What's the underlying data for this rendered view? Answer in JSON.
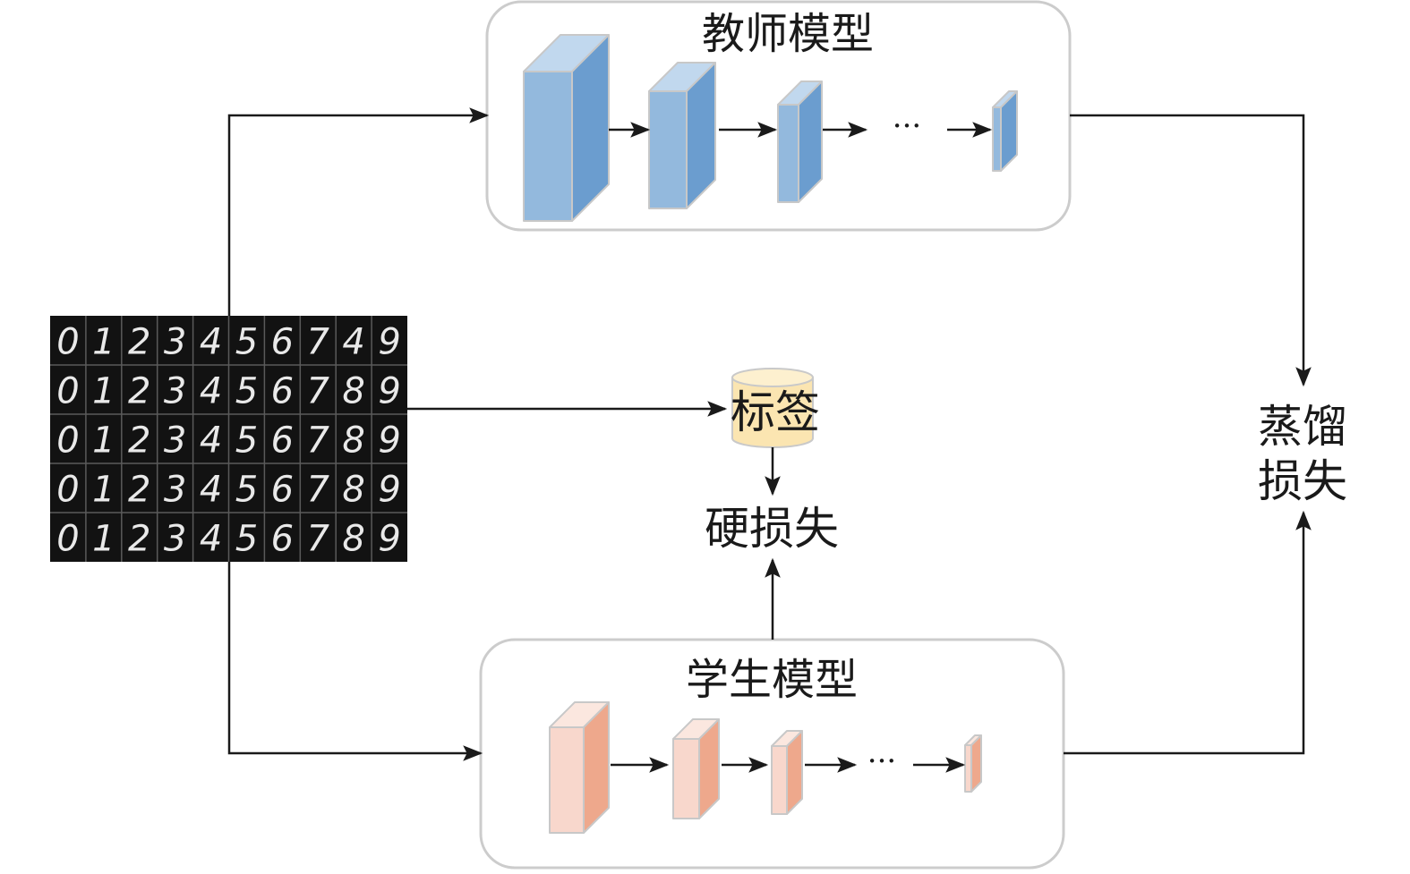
{
  "teacher": {
    "title": "教师模型",
    "ellipsis": "···"
  },
  "student": {
    "title": "学生模型",
    "ellipsis": "···"
  },
  "labels_node": {
    "text": "标签"
  },
  "hard_loss": {
    "text": "硬损失"
  },
  "distill_loss": {
    "line1": "蒸馏",
    "line2": "损失"
  },
  "dataset": {
    "rows": [
      [
        "0",
        "1",
        "2",
        "3",
        "4",
        "5",
        "6",
        "7",
        "4",
        "9"
      ],
      [
        "0",
        "1",
        "2",
        "3",
        "4",
        "5",
        "6",
        "7",
        "8",
        "9"
      ],
      [
        "0",
        "1",
        "2",
        "3",
        "4",
        "5",
        "6",
        "7",
        "8",
        "9"
      ],
      [
        "0",
        "1",
        "2",
        "3",
        "4",
        "5",
        "6",
        "7",
        "8",
        "9"
      ],
      [
        "0",
        "1",
        "2",
        "3",
        "4",
        "5",
        "6",
        "7",
        "8",
        "9"
      ]
    ]
  },
  "colors": {
    "teacher_front": "#93b9dd",
    "teacher_side": "#6b9dcf",
    "teacher_top": "#c1d8ee",
    "student_front": "#f8d7cc",
    "student_side": "#eea88c",
    "student_top": "#fbe7df",
    "label_cylinder": "#fbe5b1",
    "box_border": "#cccccc",
    "arrow": "#1a1a1a"
  }
}
